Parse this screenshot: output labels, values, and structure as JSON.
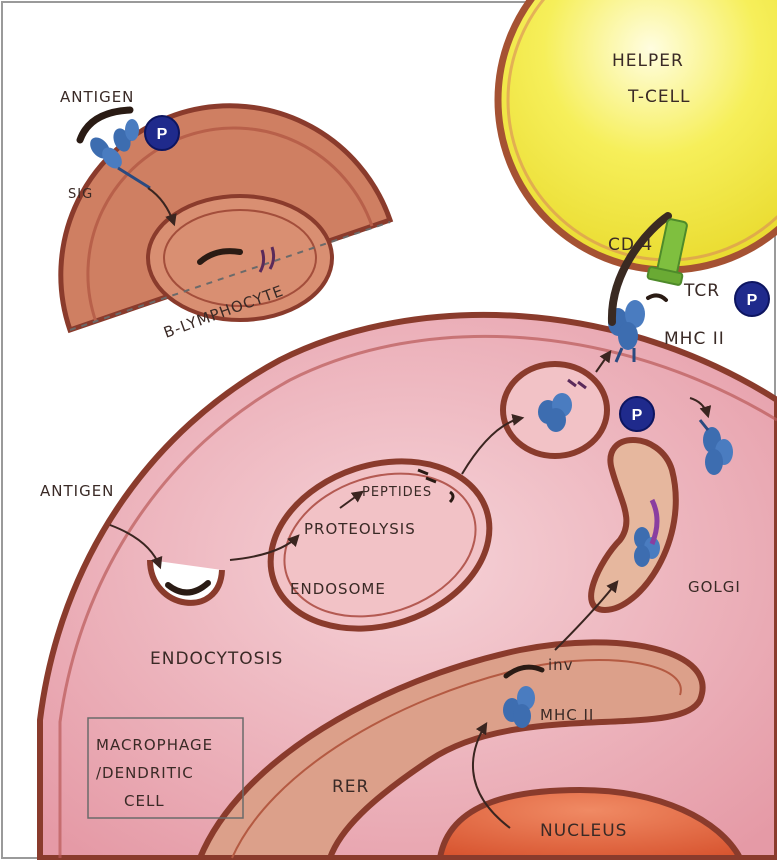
{
  "helper_tcell": {
    "line1": "HELPER",
    "line2": "T-CELL"
  },
  "b_cell": {
    "antigen": "ANTIGEN",
    "sig": "SIG",
    "name": "B-LYMPHOCYTE"
  },
  "receptors": {
    "cd4": "CD 4",
    "tcr": "TCR",
    "mhc_surface": "MHC II"
  },
  "macrophage": {
    "antigen": "ANTIGEN",
    "endocytosis": "ENDOCYTOSIS",
    "peptides": "PEPTIDES",
    "proteolysis": "PROTEOLYSIS",
    "endosome": "ENDOSOME",
    "golgi": "GOLGI",
    "inv": "inv",
    "mhc_rer": "MHC II",
    "rer": "RER",
    "nucleus": "NUCLEUS",
    "cell_label_1": "MACROPHAGE",
    "cell_label_2": "/DENDRITIC",
    "cell_label_3": "CELL"
  },
  "badges": [
    "P",
    "P",
    "P"
  ],
  "colors": {
    "tcell": "#f2ea3c",
    "tcell_edge": "#9a4a2e",
    "bcell": "#c8735a",
    "macrophage": "#ecb0b8",
    "membrane": "#8a3b2c",
    "mhc": "#3d6db0",
    "tcr": "#7fbf3f",
    "badge": "#1f2a8c",
    "nucleus": "#e06a48"
  }
}
